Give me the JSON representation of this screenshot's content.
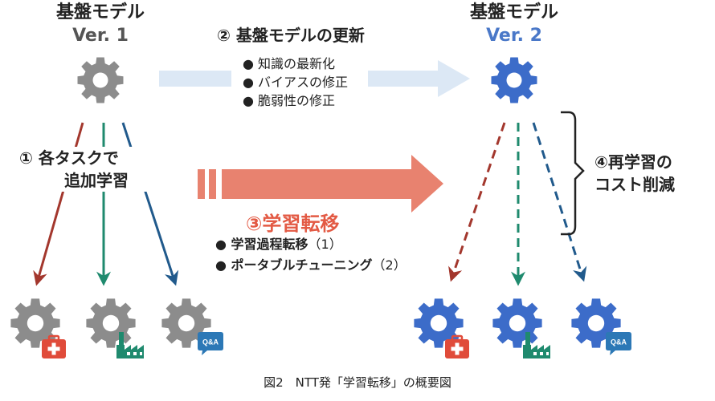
{
  "base_v1": {
    "title": "基盤モデル",
    "version": "Ver. 1"
  },
  "base_v2": {
    "title": "基盤モデル",
    "version": "Ver. 2"
  },
  "update": {
    "label": "② 基盤モデルの更新",
    "items": [
      "● 知識の最新化",
      "● バイアスの修正",
      "● 脆弱性の修正"
    ]
  },
  "step1": {
    "line1": "① 各タスクで",
    "line2": "追加学習"
  },
  "transfer": {
    "label": "③学習転移",
    "items": [
      {
        "text": "● 学習過程転移",
        "note": "（1）"
      },
      {
        "text": "● ポータブルチューニング",
        "note": "（2）"
      }
    ]
  },
  "step4": {
    "line1": "④再学習の",
    "line2": "コスト削減"
  },
  "badges": {
    "qa": "Q&A"
  },
  "caption": "図2　NTT発「学習転移」の概要図",
  "colors": {
    "gear_gray": "#8c8c8c",
    "gear_blue": "#3c6cc9",
    "arrow_red": "#a3372d",
    "arrow_green": "#1f8a6e",
    "arrow_blue": "#215a8c",
    "transfer_orange": "#e8826f",
    "update_arrow": "#dce8f5",
    "accent_blue": "#4a78c8"
  },
  "icons": [
    "gear-icon",
    "medical-kit-icon",
    "factory-icon",
    "qa-chat-icon"
  ]
}
